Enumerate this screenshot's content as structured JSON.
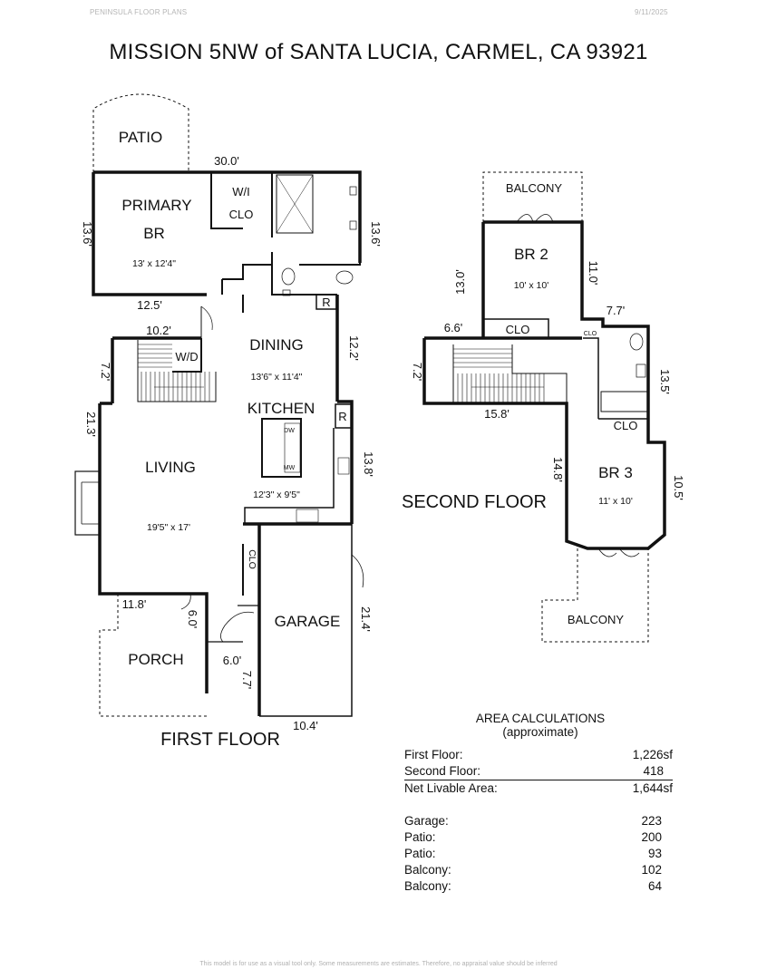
{
  "header": {
    "brand": "PENINSULA FLOOR PLANS",
    "date": "9/11/2025"
  },
  "title": "MISSION 5NW of SANTA LUCIA, CARMEL, CA  93921",
  "first_floor": {
    "label": "FIRST FLOOR",
    "rooms": {
      "patio": "PATIO",
      "primary_br": "PRIMARY",
      "primary_br2": "BR",
      "primary_size": "13' x 12'4\"",
      "wi_closet": "W/I",
      "wi_closet2": "CLO",
      "wd": "W/D",
      "dining": "DINING",
      "dining_size": "13'6\" x 11'4\"",
      "kitchen": "KITCHEN",
      "kitchen_size": "12'3\" x 9'5\"",
      "dw": "DW",
      "mw": "MW",
      "living": "LIVING",
      "living_size": "19'5\" x 17'",
      "clo": "CLO",
      "garage": "GARAGE",
      "porch": "PORCH",
      "fridge_1": "R",
      "fridge_2": "R"
    },
    "dims": {
      "top": "30.0'",
      "left_br": "13.6'",
      "right_bath": "13.6'",
      "br_bottom": "12.5'",
      "laundry_top": "10.2'",
      "left_stair": "7.2'",
      "dining_right": "12.2'",
      "living_left": "21.3'",
      "kitchen_right": "13.8'",
      "porch_top": "11.8'",
      "porch_side": "6.0'",
      "entry_bottom": "6.0'",
      "entry_side": "7.7'",
      "garage_right": "21.4'",
      "garage_bottom": "10.4'"
    }
  },
  "second_floor": {
    "label": "SECOND FLOOR",
    "rooms": {
      "balcony_top": "BALCONY",
      "br2": "BR 2",
      "br2_size": "10' x 10'",
      "clo1": "CLO",
      "clo_small": "CLO",
      "clo2": "CLO",
      "br3": "BR 3",
      "br3_size": "11' x 10'",
      "balcony_bottom": "BALCONY"
    },
    "dims": {
      "br2_left": "13.0'",
      "br2_right": "11.0'",
      "stair_top": "6.6'",
      "bath_top": "7.7'",
      "stair_left": "7.2'",
      "bath_right": "13.5'",
      "stair_bottom": "15.8'",
      "br3_left": "14.8'",
      "br3_right": "10.5'"
    }
  },
  "area_calculations": {
    "title": "AREA CALCULATIONS",
    "subtitle": "(approximate)",
    "rows": [
      {
        "label": "First  Floor:",
        "value": "1,226sf"
      },
      {
        "label": "Second Floor:",
        "value": "418"
      },
      {
        "label": "Net Livable Area:",
        "value": "1,644sf"
      }
    ],
    "extras": [
      {
        "label": "Garage:",
        "value": "223"
      },
      {
        "label": "Patio:",
        "value": "200"
      },
      {
        "label": "Patio:",
        "value": "93"
      },
      {
        "label": "Balcony:",
        "value": "102"
      },
      {
        "label": "Balcony:",
        "value": "64"
      }
    ]
  },
  "footer": "This model is for use as a visual tool only. Some measurements are estimates. Therefore, no appraisal value should be inferred"
}
